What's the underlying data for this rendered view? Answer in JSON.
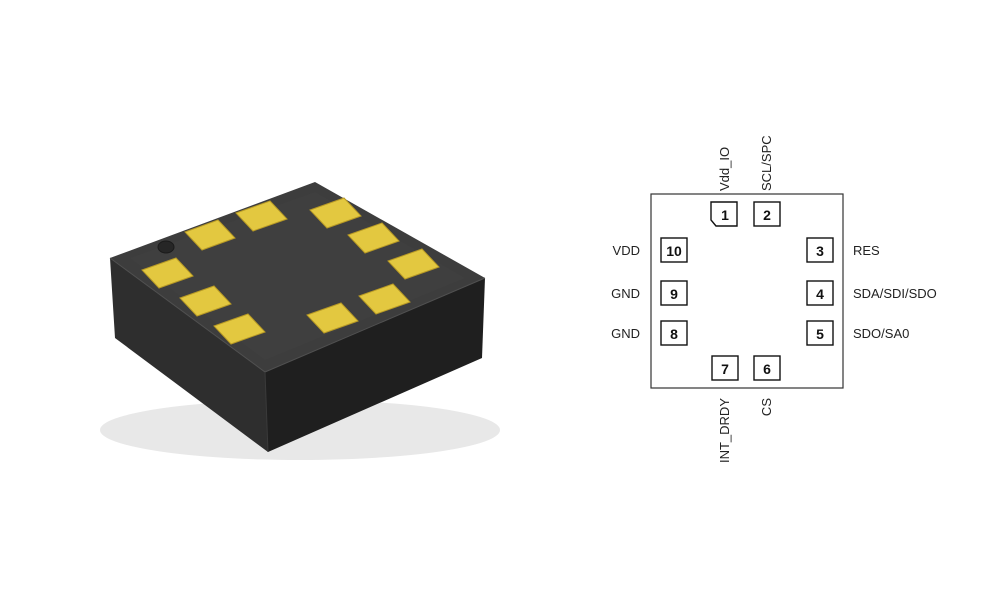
{
  "colors": {
    "background": "#ffffff",
    "chip_body_top": "#3c3c3c",
    "chip_body_front": "#2a2a2a",
    "chip_body_side": "#1f1f1f",
    "pad_gold": "#e6cc45",
    "pad_gold_shade": "#c9ad2b",
    "outline": "#333333"
  },
  "pinout": {
    "pins": [
      {
        "number": "1",
        "name": "Vdd_IO"
      },
      {
        "number": "2",
        "name": "SCL/SPC"
      },
      {
        "number": "3",
        "name": "RES"
      },
      {
        "number": "4",
        "name": "SDA/SDI/SDO"
      },
      {
        "number": "5",
        "name": "SDO/SA0"
      },
      {
        "number": "6",
        "name": "CS"
      },
      {
        "number": "7",
        "name": "INT_DRDY"
      },
      {
        "number": "8",
        "name": "GND"
      },
      {
        "number": "9",
        "name": "GND"
      },
      {
        "number": "10",
        "name": "VDD"
      }
    ]
  }
}
